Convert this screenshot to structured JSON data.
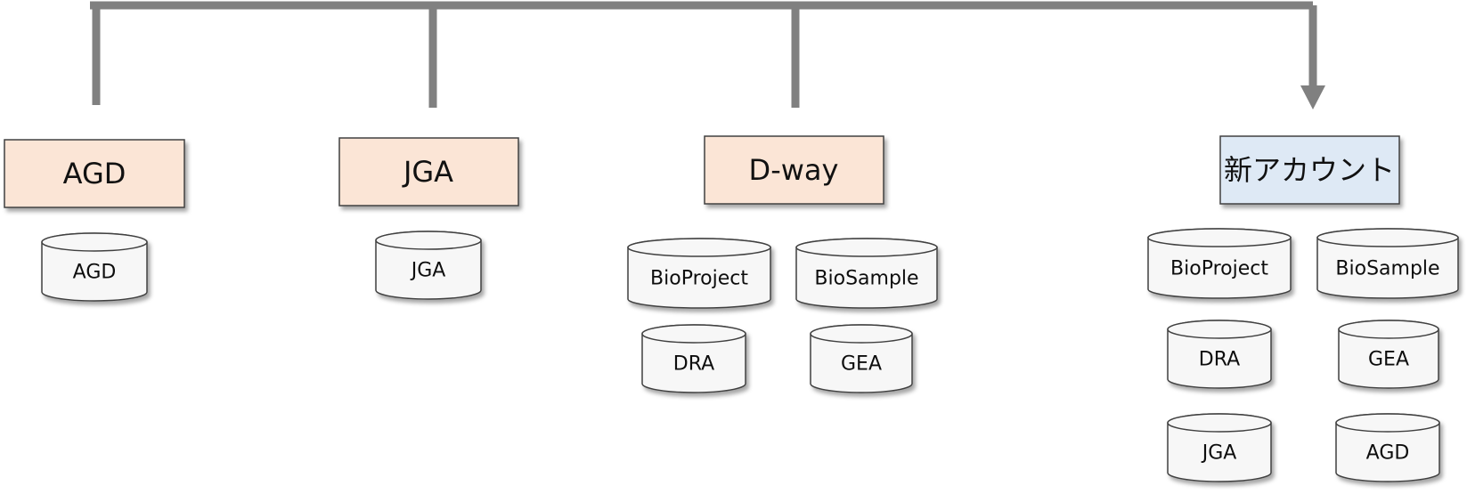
{
  "colors": {
    "connector": "#808080",
    "legacy_box_fill": "#fbe5d6",
    "new_box_fill": "#dee9f5",
    "box_stroke": "#404040",
    "db_fill": "#f7f7f7",
    "db_stroke": "#404040"
  },
  "systems": [
    {
      "key": "agd",
      "label": "AGD",
      "type": "legacy",
      "databases": [
        "AGD"
      ]
    },
    {
      "key": "jga",
      "label": "JGA",
      "type": "legacy",
      "databases": [
        "JGA"
      ]
    },
    {
      "key": "dway",
      "label": "D-way",
      "type": "legacy",
      "databases": [
        "BioProject",
        "BioSample",
        "DRA",
        "GEA"
      ]
    },
    {
      "key": "new-account",
      "label": "新アカウント",
      "type": "new",
      "databases": [
        "BioProject",
        "BioSample",
        "DRA",
        "GEA",
        "JGA",
        "AGD"
      ]
    }
  ]
}
